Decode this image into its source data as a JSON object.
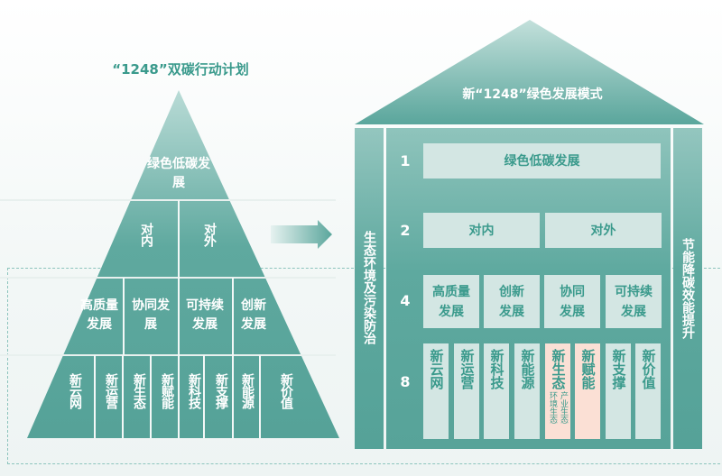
{
  "pyramid": {
    "title": "“1248”双碳行动计划",
    "level1": "绿色低碳发展",
    "level2": [
      "对内",
      "对外"
    ],
    "level4": [
      "高质量发展",
      "协同发展",
      "可持续发展",
      "创新发展"
    ],
    "level8": [
      "新云网",
      "新运营",
      "新生态",
      "新赋能",
      "新科技",
      "新支撑",
      "新能源",
      "新价值"
    ]
  },
  "house": {
    "title": "新“1248”绿色发展模式",
    "left_pillar": "生态环境及污染防治",
    "right_pillar": "节能降碳效能提升",
    "row_numbers": [
      "1",
      "2",
      "4",
      "8"
    ],
    "row1": "绿色低碳发展",
    "row2": [
      "对内",
      "对外"
    ],
    "row4": [
      "高质量发展",
      "创新发展",
      "协同发展",
      "可持续发展"
    ],
    "row8": [
      "新云网",
      "新运营",
      "新科技",
      "新能源",
      "新生态",
      "新赋能",
      "新支撑",
      "新价值"
    ],
    "eco_sub": [
      "产业生态",
      "环境生态"
    ]
  },
  "colors": {
    "teal": "#5ba79d",
    "light": "#d3e6e3",
    "highlight": "#fbe0d5"
  }
}
